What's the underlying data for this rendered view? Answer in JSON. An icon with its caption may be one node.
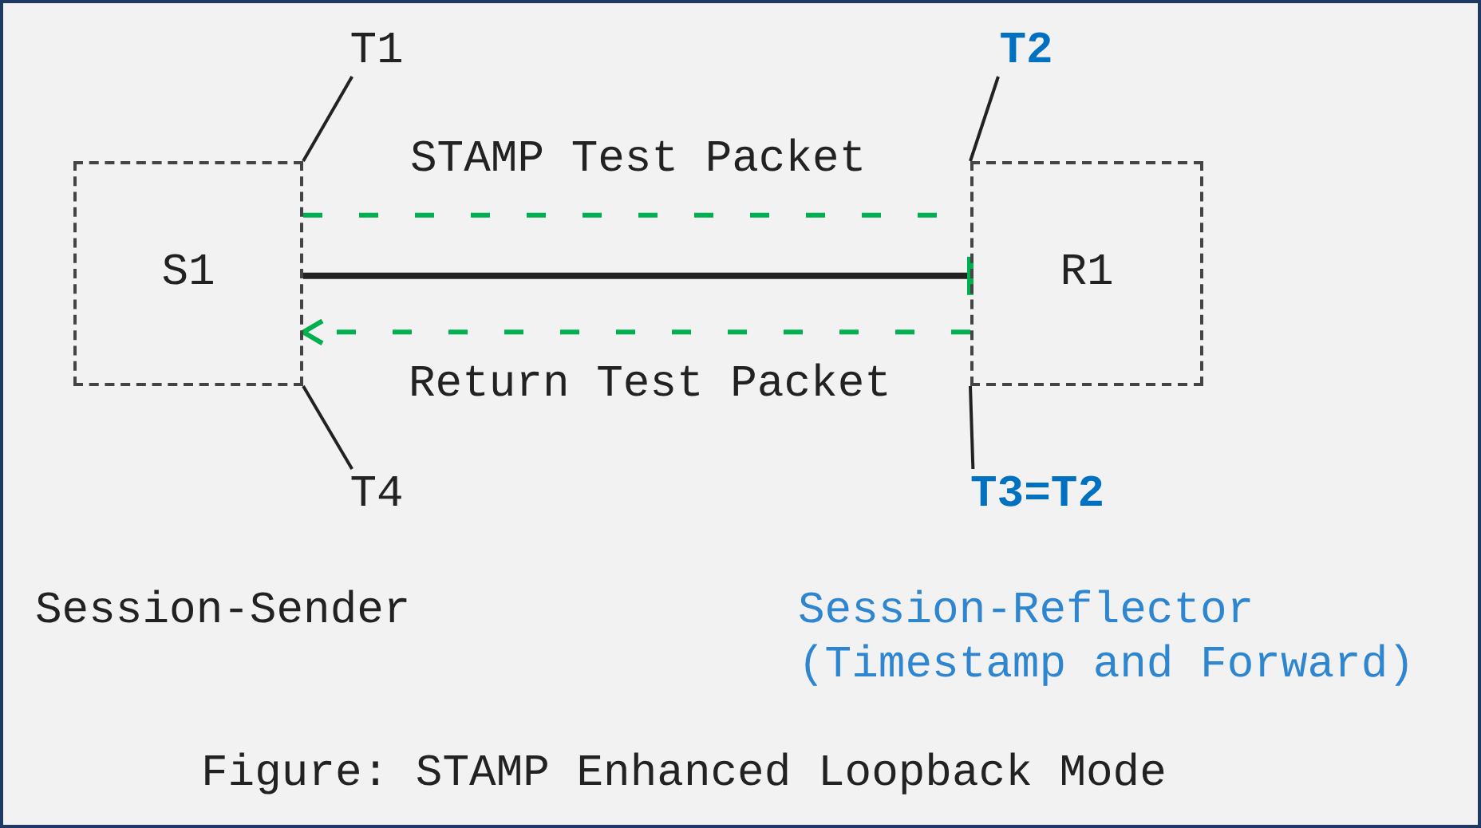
{
  "diagram": {
    "caption": "Figure: STAMP Enhanced Loopback Mode",
    "nodes": [
      {
        "text": [
          "T1"
        ]
      },
      {
        "text": [
          "T2"
        ]
      },
      {
        "text": [
          "S1"
        ]
      },
      {
        "text": [
          "R1"
        ]
      },
      {
        "text": [
          "T4"
        ]
      },
      {
        "text": [
          "T3=T2"
        ]
      }
    ],
    "edges": [
      {
        "from": 2,
        "to": 3,
        "arrow": "none",
        "label": "STAMP Test Packet",
        "style": "dashed",
        "color": "#00b050"
      },
      {
        "from": 2,
        "to": 3,
        "arrow": "other",
        "style": "thick"
      },
      {
        "from": 3,
        "to": 2,
        "arrow": "to",
        "label": "Return Test Packet",
        "style": "dashed",
        "color": "#00b050"
      },
      {
        "from": 0,
        "to": 2,
        "arrow": "none"
      },
      {
        "from": 1,
        "to": 3,
        "arrow": "none"
      },
      {
        "from": 4,
        "to": 2,
        "arrow": "none"
      },
      {
        "from": 5,
        "to": 3,
        "arrow": "none"
      }
    ],
    "labels": [
      "Session-Sender",
      "Session-Reflector (Timestamp and Forward)"
    ]
  }
}
